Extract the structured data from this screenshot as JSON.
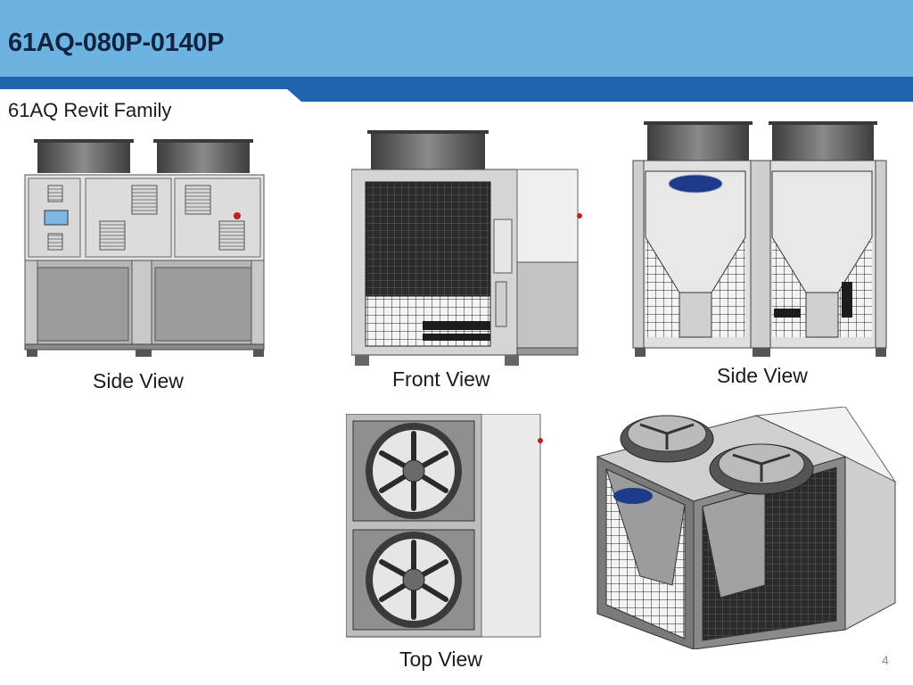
{
  "slide": {
    "title": "61AQ-080P-0140P",
    "subtitle": "61AQ Revit Family",
    "page_number": "4",
    "colors": {
      "header": "#6db3e2",
      "band": "#1e65ad",
      "title_text": "#12233f"
    }
  },
  "views": [
    {
      "caption": "Side View",
      "icon": "chiller-side-view-left"
    },
    {
      "caption": "Front View",
      "icon": "chiller-front-view"
    },
    {
      "caption": "Side View",
      "icon": "chiller-side-view-right"
    },
    {
      "caption": "Top View",
      "icon": "chiller-top-view"
    },
    {
      "caption": "",
      "icon": "chiller-isometric-view"
    }
  ]
}
